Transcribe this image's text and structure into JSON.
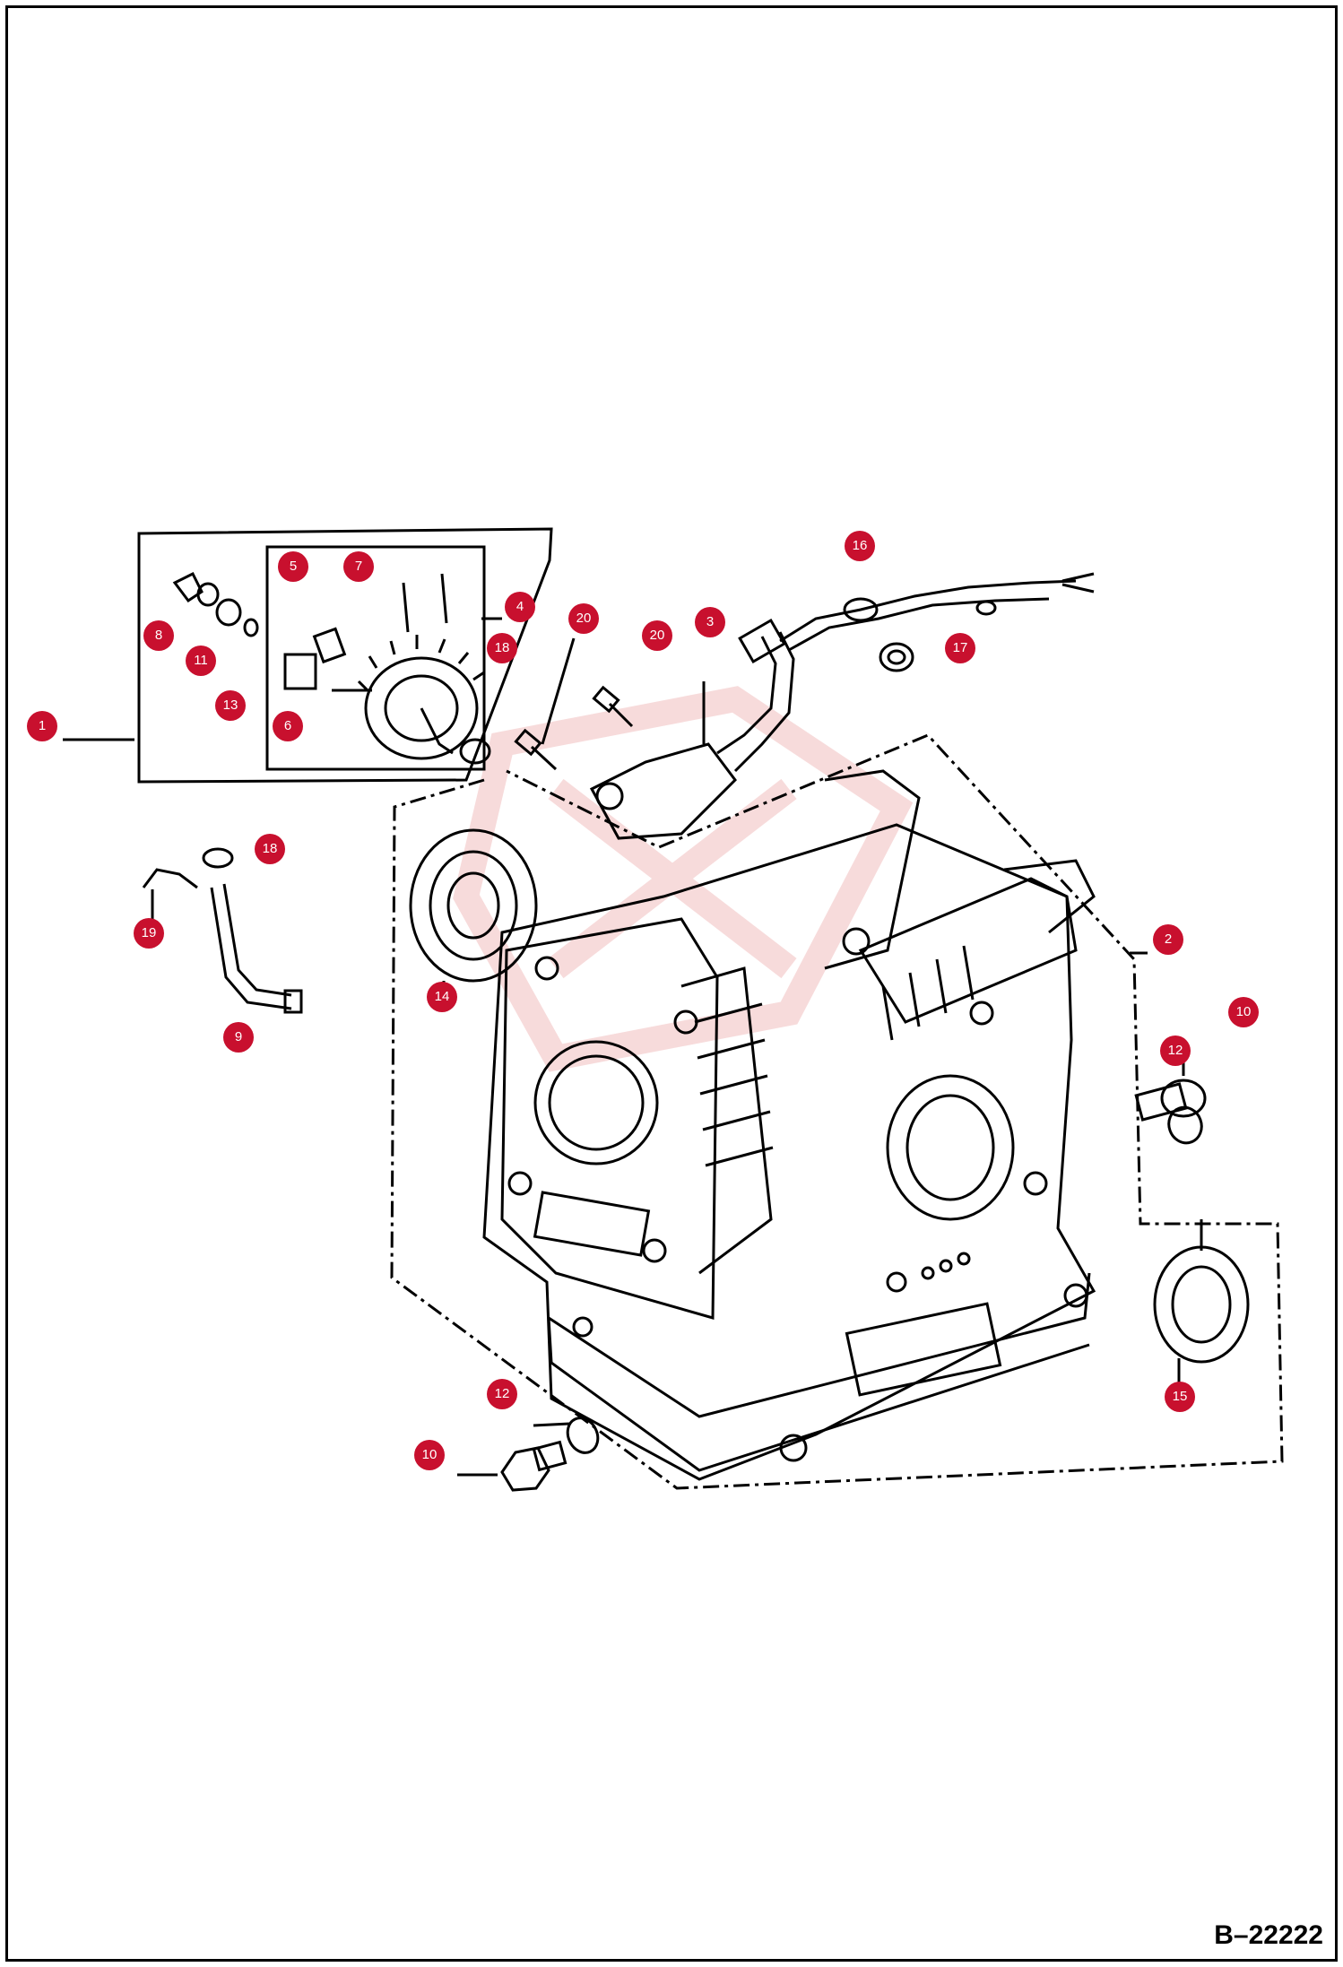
{
  "figure_id": "B–22222",
  "callouts": [
    {
      "label": "1"
    },
    {
      "label": "2"
    },
    {
      "label": "3"
    },
    {
      "label": "4"
    },
    {
      "label": "5"
    },
    {
      "label": "6"
    },
    {
      "label": "7"
    },
    {
      "label": "8"
    },
    {
      "label": "9"
    },
    {
      "label": "10"
    },
    {
      "label": "10"
    },
    {
      "label": "11"
    },
    {
      "label": "12"
    },
    {
      "label": "12"
    },
    {
      "label": "13"
    },
    {
      "label": "14"
    },
    {
      "label": "15"
    },
    {
      "label": "16"
    },
    {
      "label": "17"
    },
    {
      "label": "18"
    },
    {
      "label": "18"
    },
    {
      "label": "19"
    },
    {
      "label": "20"
    },
    {
      "label": "20"
    }
  ],
  "colors": {
    "marker": "#c8102e",
    "line": "#000000",
    "watermark": "#f2c4c4"
  }
}
